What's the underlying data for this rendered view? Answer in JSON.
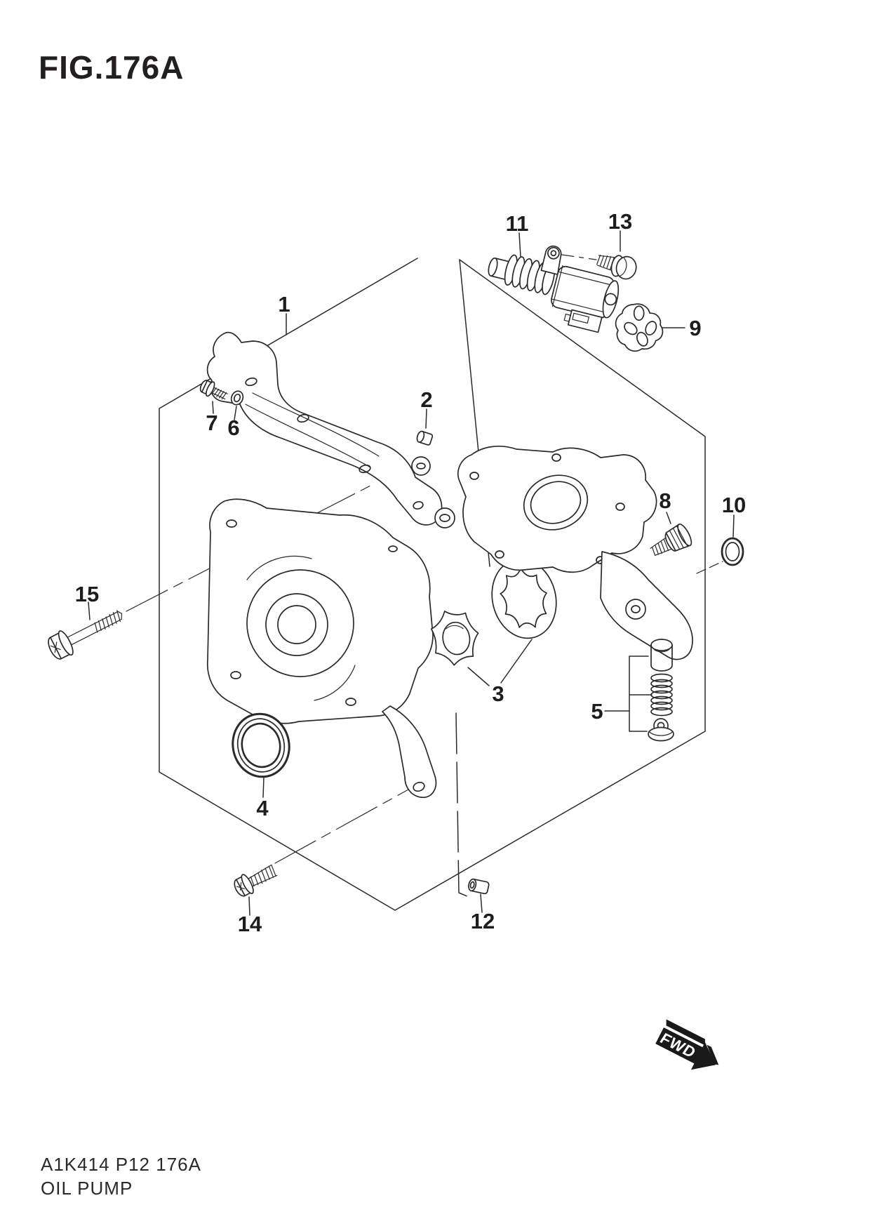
{
  "figure_title": "FIG.176A",
  "footer": {
    "part_code": "A1K414 P12 176A",
    "part_name": "OIL PUMP"
  },
  "fwd_indicator": {
    "label": "FWD",
    "icon": "fwd-arrow",
    "color": "#1a1a1a"
  },
  "colors": {
    "ink": "#2b2a29",
    "paper": "#ffffff"
  },
  "callouts": [
    {
      "ref": "1"
    },
    {
      "ref": "2"
    },
    {
      "ref": "3"
    },
    {
      "ref": "4"
    },
    {
      "ref": "5"
    },
    {
      "ref": "6"
    },
    {
      "ref": "7"
    },
    {
      "ref": "8"
    },
    {
      "ref": "9"
    },
    {
      "ref": "10"
    },
    {
      "ref": "11"
    },
    {
      "ref": "12"
    },
    {
      "ref": "13"
    },
    {
      "ref": "14"
    },
    {
      "ref": "15"
    }
  ]
}
